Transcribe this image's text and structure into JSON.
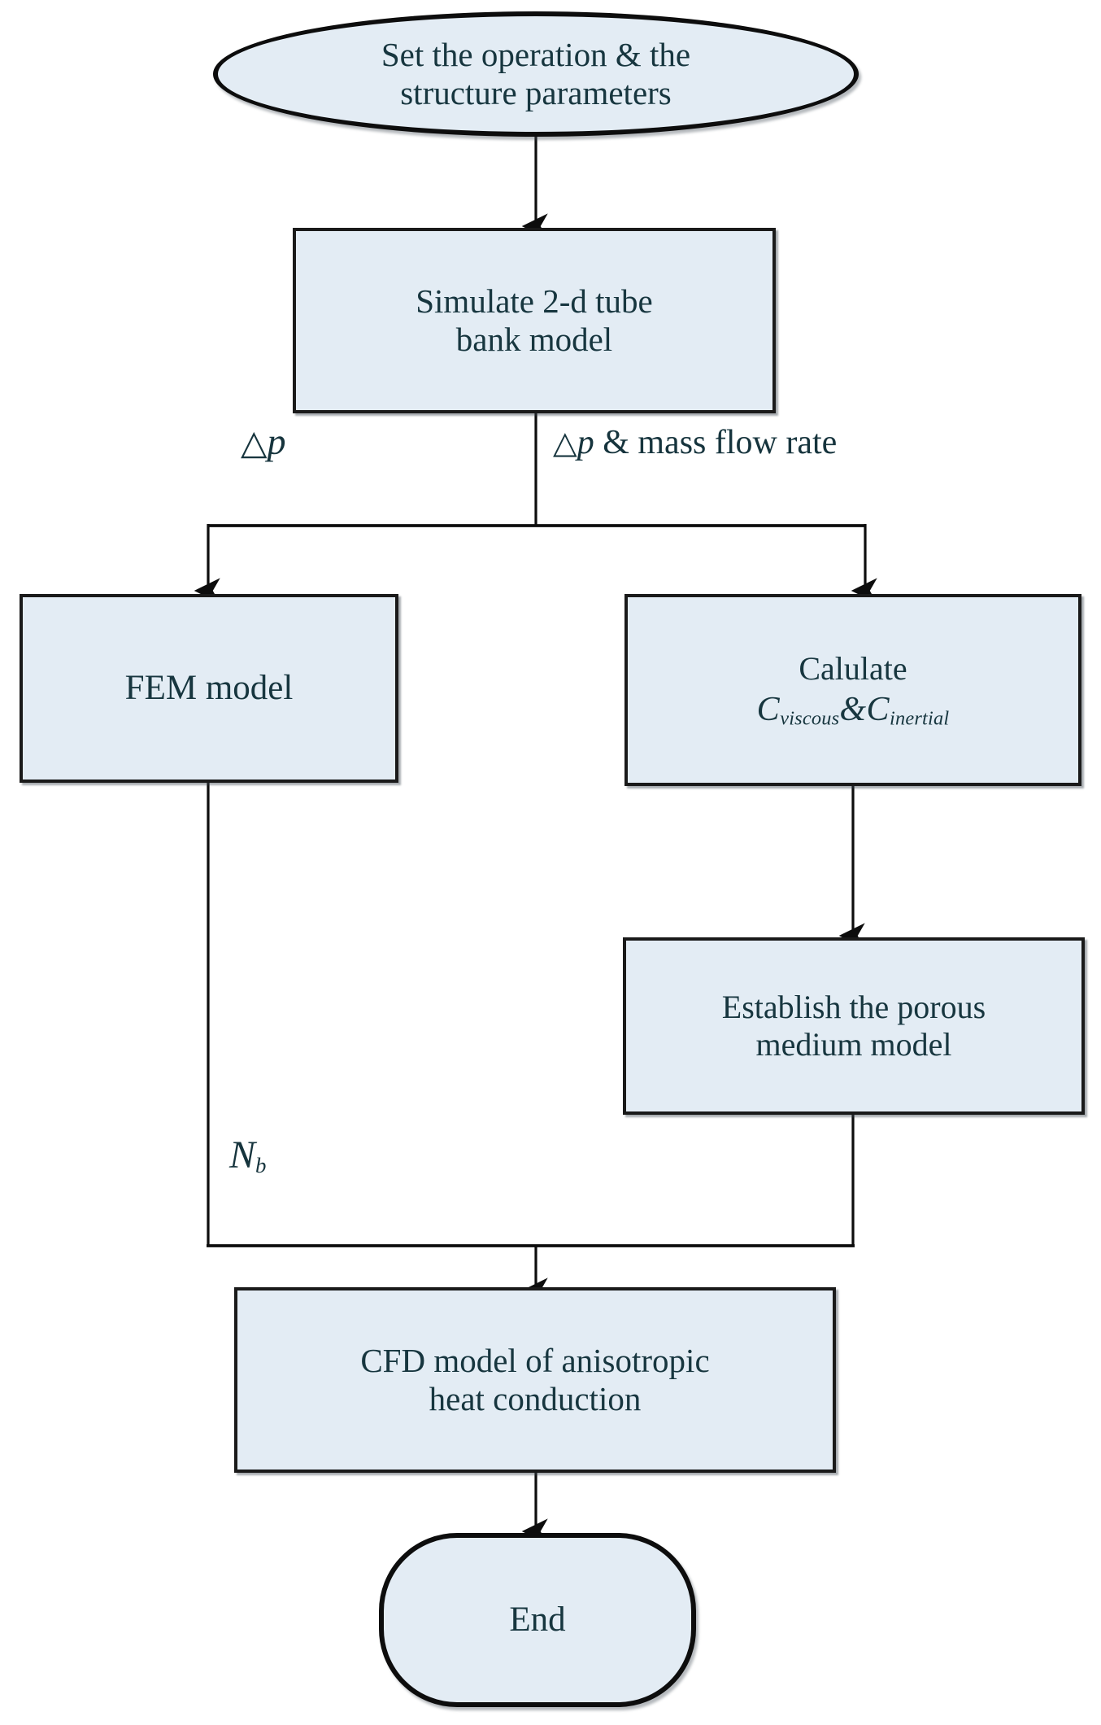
{
  "diagram": {
    "title": "Simulation workflow flowchart",
    "colors": {
      "node_fill": "#e3ecf4",
      "node_border": "#1a1a1a",
      "text": "#17363f",
      "background": "#ffffff"
    },
    "nodes": [
      {
        "id": "start",
        "shape": "ellipse",
        "lines": [
          "Set the operation  & the",
          "structure parameters"
        ],
        "text": "Set the operation & the structure parameters"
      },
      {
        "id": "simulate",
        "shape": "rectangle",
        "lines": [
          "Simulate 2-d tube",
          "bank model"
        ],
        "text": "Simulate 2-d tube bank model"
      },
      {
        "id": "fem",
        "shape": "rectangle",
        "lines": [
          "FEM model"
        ],
        "text": "FEM model"
      },
      {
        "id": "calculate",
        "shape": "rectangle",
        "lines": [
          "Calulate",
          "C_viscous & C_inertial"
        ],
        "text": "Calulate C_viscous & C_inertial",
        "line1": "Calulate",
        "formula": {
          "sym1": "C",
          "sub1": "viscous",
          "operator": "&",
          "sym2": "C",
          "sub2": "inertial"
        }
      },
      {
        "id": "porous",
        "shape": "rectangle",
        "lines": [
          "Establish the porous",
          "medium model"
        ],
        "text": "Establish the porous medium model"
      },
      {
        "id": "cfd",
        "shape": "rectangle",
        "lines": [
          "CFD model of anisotropic",
          "heat conduction"
        ],
        "text": "CFD model of anisotropic heat conduction"
      },
      {
        "id": "end",
        "shape": "stadium",
        "lines": [
          "End"
        ],
        "text": "End"
      }
    ],
    "edge_labels": [
      {
        "id": "left-branch-label",
        "delta": "△",
        "variable": "p",
        "text": "△p"
      },
      {
        "id": "right-branch-label",
        "delta": "△",
        "variable": "p",
        "suffix": " & mass flow rate",
        "text": "△p & mass flow rate"
      },
      {
        "id": "fem-output-label",
        "symbol": "N",
        "subscript": "b",
        "text": "N_b"
      }
    ],
    "edges": [
      {
        "from": "start",
        "to": "simulate",
        "label": ""
      },
      {
        "from": "simulate",
        "to": "fem",
        "label": "△p"
      },
      {
        "from": "simulate",
        "to": "calculate",
        "label": "△p & mass flow rate"
      },
      {
        "from": "calculate",
        "to": "porous",
        "label": ""
      },
      {
        "from": "fem",
        "to": "cfd",
        "label": "N_b"
      },
      {
        "from": "porous",
        "to": "cfd",
        "label": ""
      },
      {
        "from": "cfd",
        "to": "end",
        "label": ""
      }
    ]
  }
}
